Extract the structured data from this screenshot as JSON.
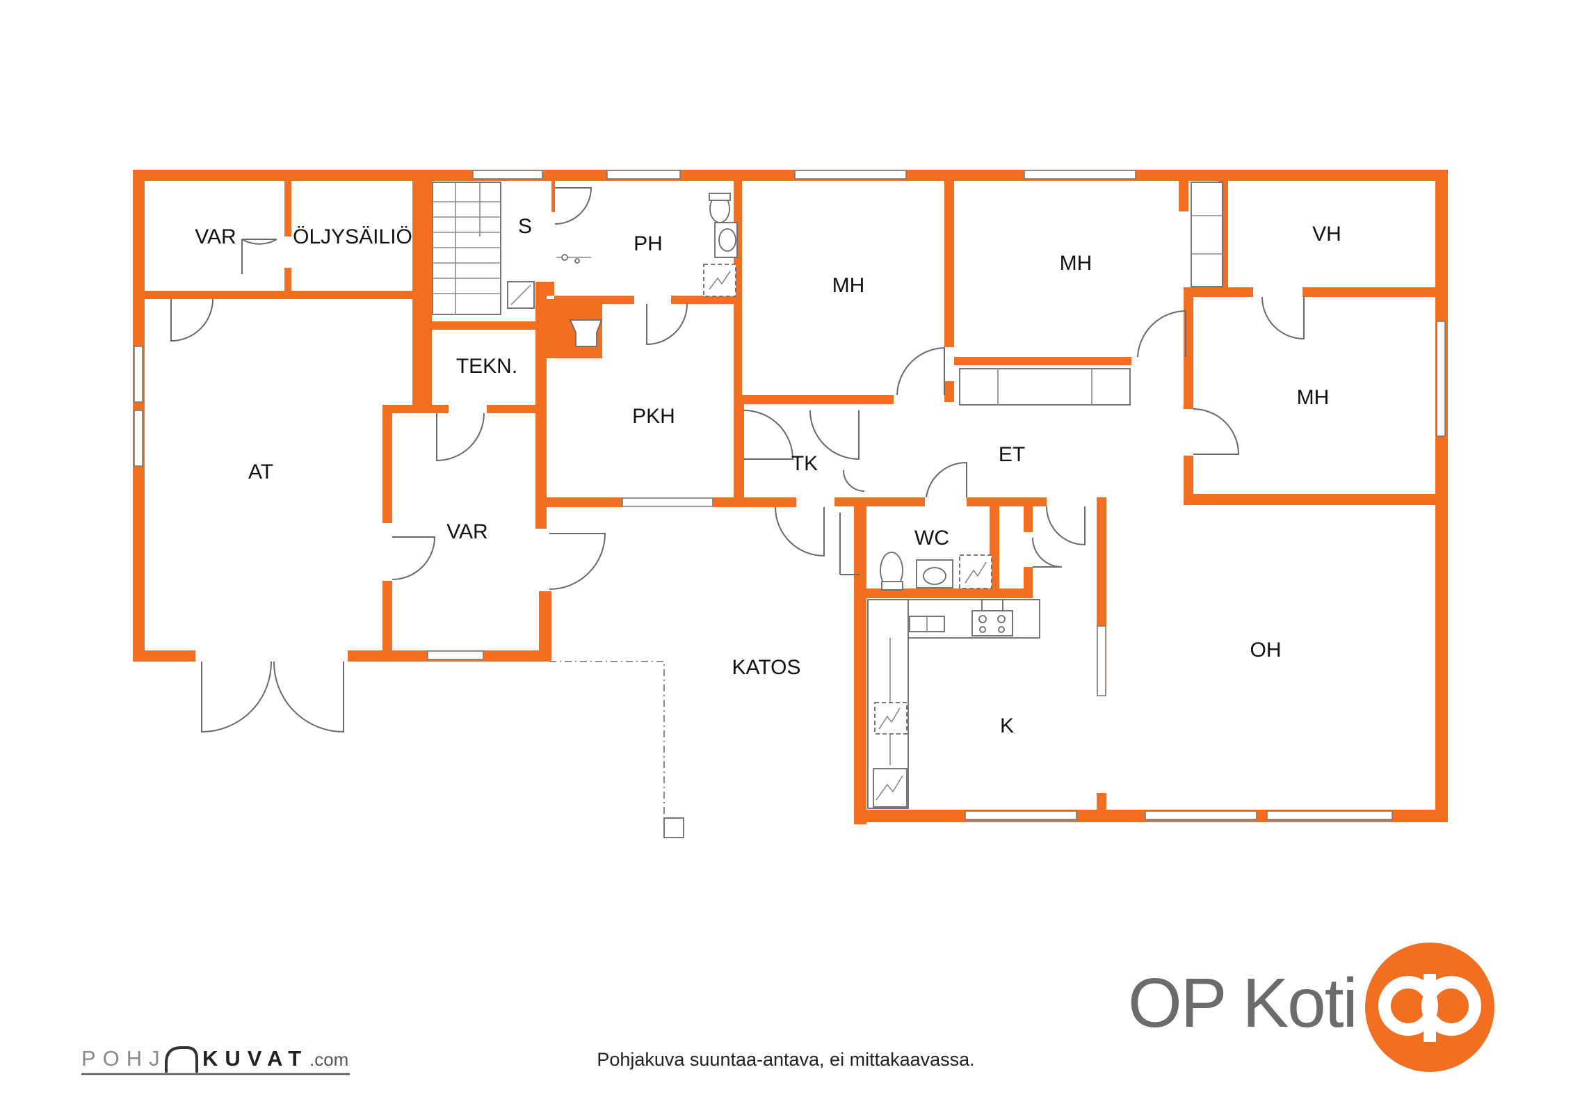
{
  "rooms": {
    "var_top": "VAR",
    "oljysailio": "ÖLJYSÄILIÖ",
    "s": "S",
    "ph": "PH",
    "mh_1": "MH",
    "mh_2": "MH",
    "vh": "VH",
    "tekn": "TEKN.",
    "pkh": "PKH",
    "tk": "TK",
    "et": "ET",
    "mh_3": "MH",
    "at": "AT",
    "var_mid": "VAR",
    "wc": "WC",
    "katos": "KATOS",
    "oh": "OH",
    "k": "K"
  },
  "footer": {
    "note": "Pohjakuva suuntaa-antava, ei mittakaavassa.",
    "brand": "OP Koti",
    "source_left": "POHJ",
    "source_right": "KUVAT",
    "source_suffix": ".com"
  },
  "colors": {
    "wall": "#f26e21",
    "brand_gray": "#6b6b6b",
    "logo_orange": "#f26e21"
  }
}
